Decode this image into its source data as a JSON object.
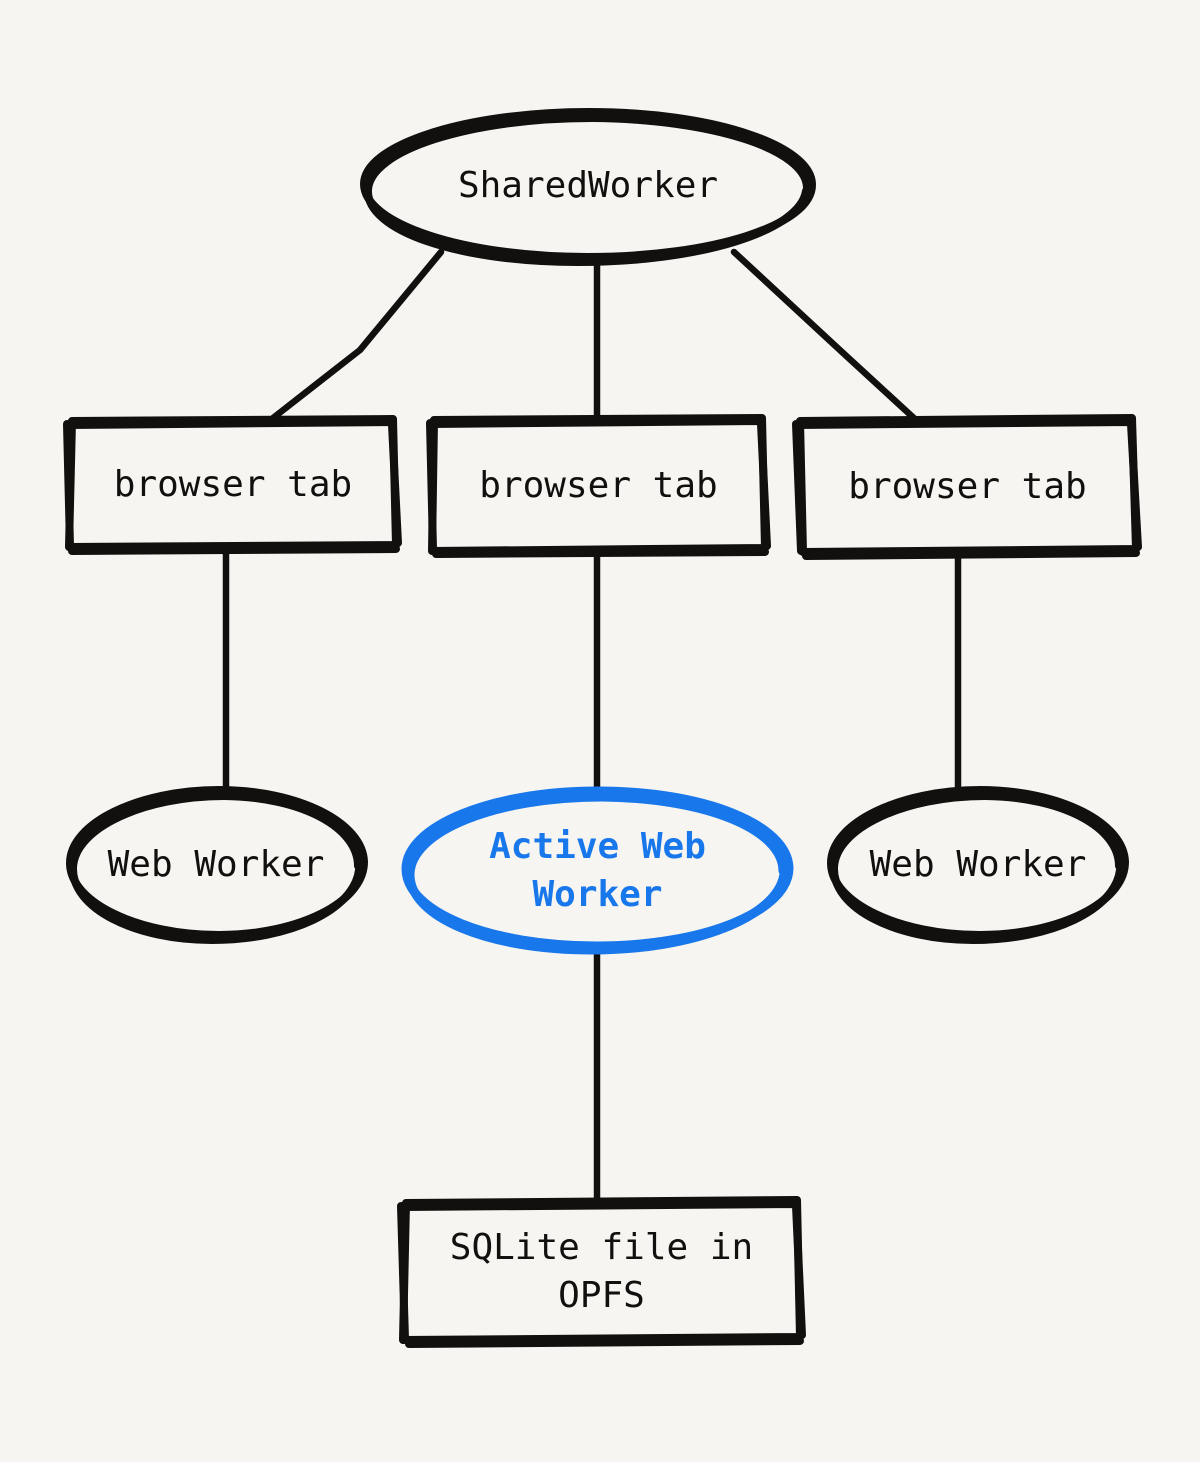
{
  "diagram": {
    "title": "SharedWorker / browser tab / Web Worker / OPFS architecture",
    "background_color": "#f6f5f1",
    "stroke_color": "#11100e",
    "accent_color": "#1877ea",
    "style": "hand-drawn"
  },
  "nodes": {
    "shared_worker": {
      "label": "SharedWorker",
      "shape": "ellipse",
      "color": "#11100e"
    },
    "tab_left": {
      "label": "browser tab",
      "shape": "rectangle",
      "color": "#11100e"
    },
    "tab_middle": {
      "label": "browser tab",
      "shape": "rectangle",
      "color": "#11100e"
    },
    "tab_right": {
      "label": "browser tab",
      "shape": "rectangle",
      "color": "#11100e"
    },
    "worker_left": {
      "label": "Web Worker",
      "shape": "ellipse",
      "color": "#11100e"
    },
    "worker_active": {
      "label": "Active Web\nWorker",
      "shape": "ellipse",
      "color": "#1877ea"
    },
    "worker_right": {
      "label": "Web Worker",
      "shape": "ellipse",
      "color": "#11100e"
    },
    "sqlite_file": {
      "label": "SQLite file in\nOPFS",
      "shape": "rectangle",
      "color": "#11100e"
    }
  },
  "edges": [
    {
      "from": "shared_worker",
      "to": "tab_left",
      "style": "solid"
    },
    {
      "from": "shared_worker",
      "to": "tab_middle",
      "style": "solid"
    },
    {
      "from": "shared_worker",
      "to": "tab_right",
      "style": "solid"
    },
    {
      "from": "tab_left",
      "to": "worker_left",
      "style": "solid"
    },
    {
      "from": "tab_middle",
      "to": "worker_active",
      "style": "solid"
    },
    {
      "from": "tab_right",
      "to": "worker_right",
      "style": "solid"
    },
    {
      "from": "worker_active",
      "to": "sqlite_file",
      "style": "solid"
    }
  ]
}
